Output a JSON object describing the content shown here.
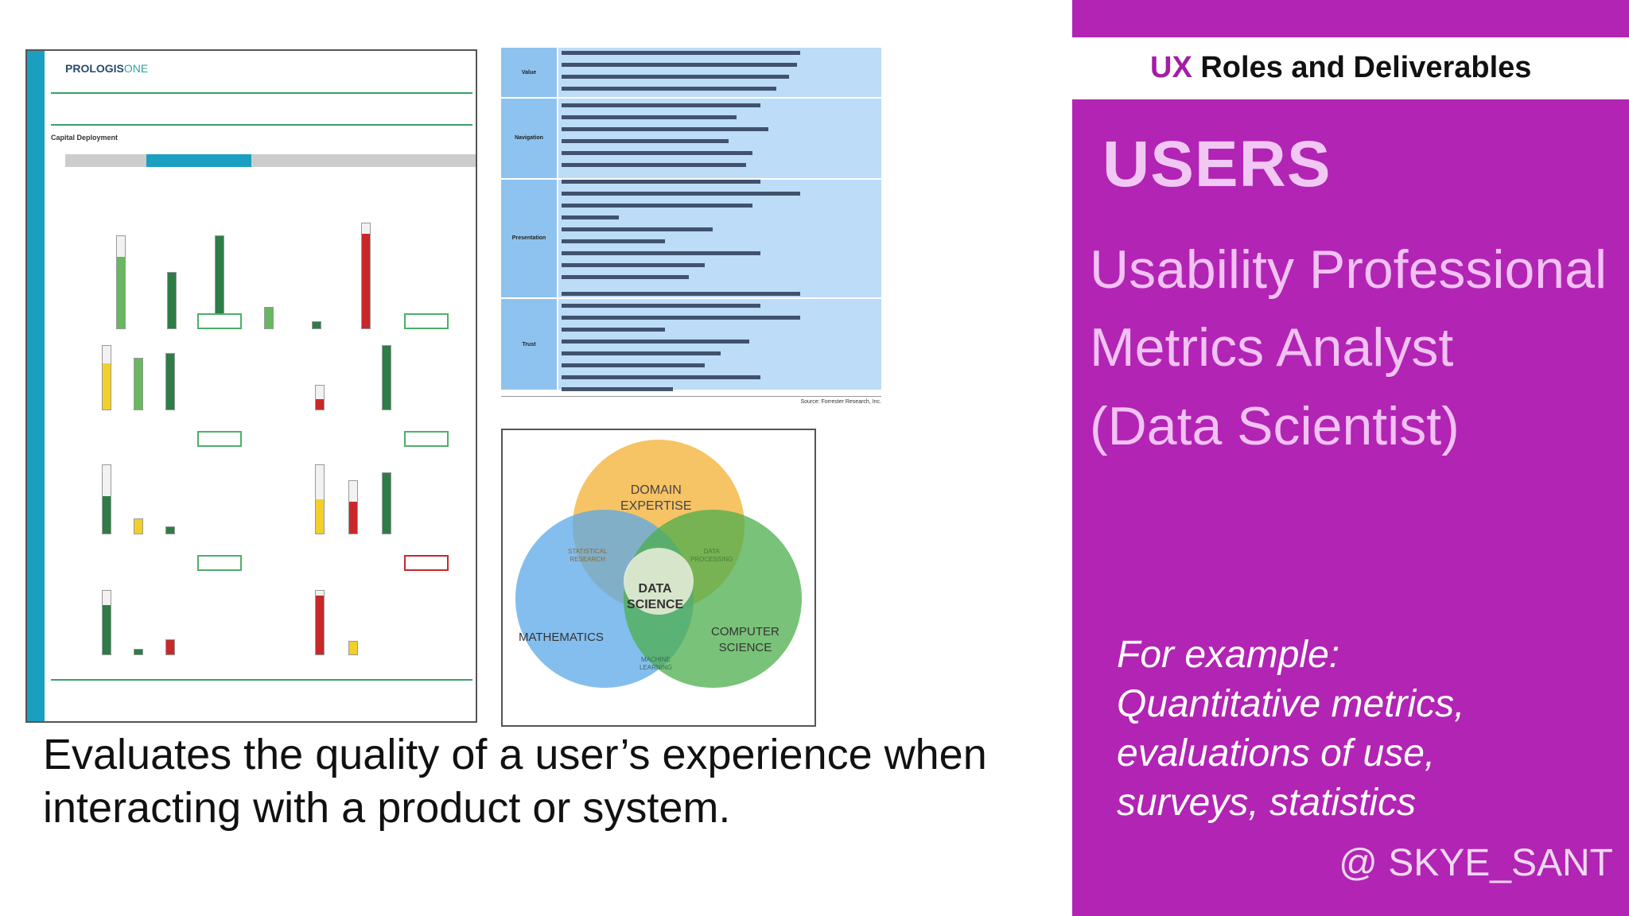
{
  "header": {
    "ux_label": "UX",
    "title_rest": " Roles and Deliverables"
  },
  "users_heading": "USERS",
  "roles": [
    "Usability Professional",
    "Metrics Analyst",
    "(Data Scientist)"
  ],
  "examples": [
    "For example:",
    "Quantitative metrics,",
    "evaluations of use,",
    "surveys, statistics"
  ],
  "handle": "@ SKYE_SANT",
  "caption": [
    "Evaluates the quality of a user’s experience when",
    "interacting with a product or system."
  ],
  "dashboard": {
    "logo_text": "PROLOGIS",
    "logo_suffix": "ONE",
    "section_title": "Capital Deployment"
  },
  "checklist": {
    "categories": [
      "Value",
      "Navigation",
      "Presentation",
      "Trust"
    ],
    "source": "Source: Forrester Research, Inc."
  },
  "venn": {
    "domain": "DOMAIN\nEXPERTISE",
    "math": "MATHEMATICS",
    "cs": "COMPUTER\nSCIENCE",
    "center": "DATA\nSCIENCE",
    "stat": "STATISTICAL\nRESEARCH",
    "dp": "DATA\nPROCESSING",
    "ml": "MACHINE\nLEARNING",
    "colors": {
      "domain": "#f5b94a",
      "math": "#5aa8e8",
      "cs": "#4cae4c"
    }
  }
}
